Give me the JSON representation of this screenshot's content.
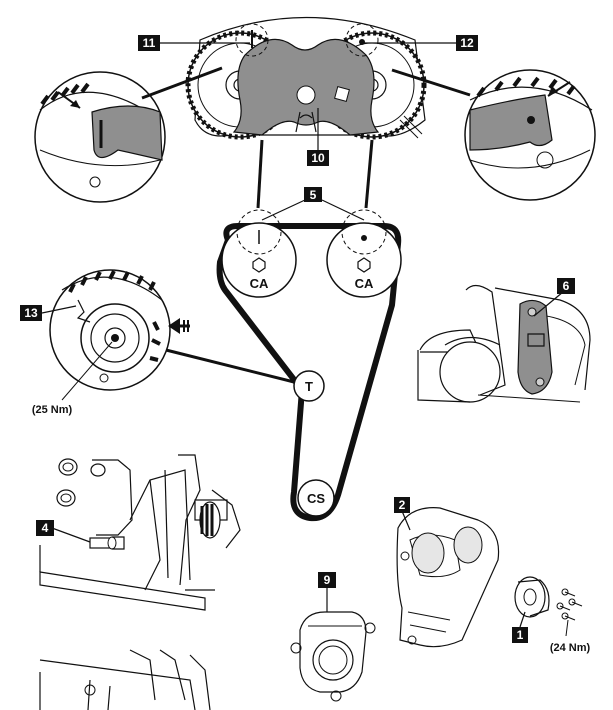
{
  "labels": {
    "l1": "1",
    "l2": "2",
    "l4": "4",
    "l5": "5",
    "l6": "6",
    "l9": "9",
    "l10": "10",
    "l11": "11",
    "l12": "12",
    "l13": "13"
  },
  "pulleys": {
    "ca_left": "CA",
    "ca_right": "CA",
    "tensioner": "T",
    "crankshaft": "CS"
  },
  "torques": {
    "tensioner_bolt": "(25 Nm)",
    "idler_bolts": "(24 Nm)"
  },
  "colors": {
    "line": "#111111",
    "tool_grey": "#8f8f8f",
    "light_grey": "#cfcfcf",
    "background": "#ffffff"
  }
}
